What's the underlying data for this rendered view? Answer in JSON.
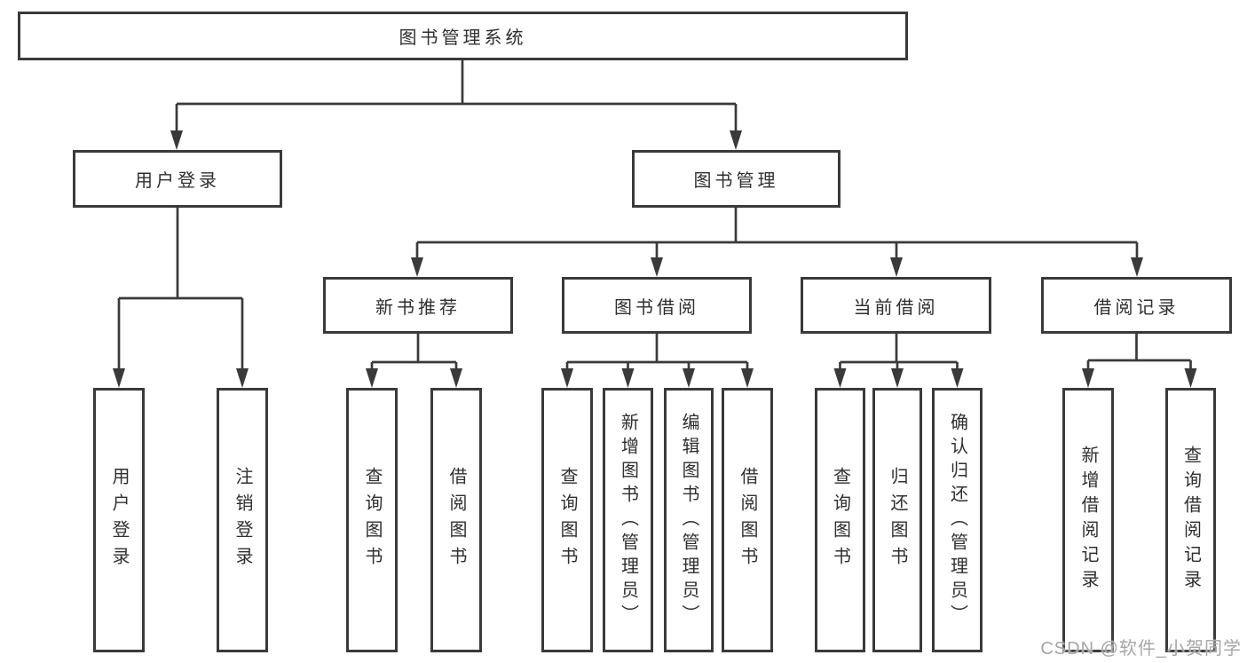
{
  "tree": {
    "label": "图书管理系统",
    "children": [
      {
        "label": "用户登录",
        "children": [
          {
            "label": "用户登录"
          },
          {
            "label": "注销登录"
          }
        ]
      },
      {
        "label": "图书管理",
        "children": [
          {
            "label": "新书推荐",
            "children": [
              {
                "label": "查询图书"
              },
              {
                "label": "借阅图书"
              }
            ]
          },
          {
            "label": "图书借阅",
            "children": [
              {
                "label": "查询图书"
              },
              {
                "label": "新增图书（管理员）"
              },
              {
                "label": "编辑图书（管理员）"
              },
              {
                "label": "借阅图书"
              }
            ]
          },
          {
            "label": "当前借阅",
            "children": [
              {
                "label": "查询图书"
              },
              {
                "label": "归还图书"
              },
              {
                "label": "确认归还（管理员）"
              }
            ]
          },
          {
            "label": "借阅记录",
            "children": [
              {
                "label": "新增借阅记录"
              },
              {
                "label": "查询借阅记录"
              }
            ]
          }
        ]
      }
    ]
  },
  "watermark": "CSDN @软件_小贺同学",
  "colors": {
    "line": "#3a3a3a",
    "text": "#2f2f2f",
    "watermark": "#a6a6a6",
    "background": "#ffffff"
  }
}
